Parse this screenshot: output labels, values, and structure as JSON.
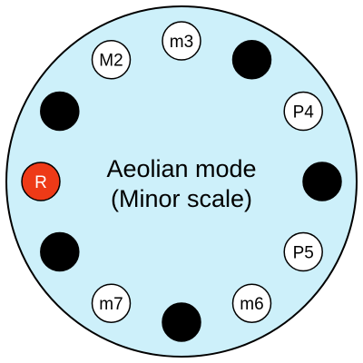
{
  "title": {
    "line1": "Aeolian mode",
    "line2": "(Minor scale)"
  },
  "colors": {
    "background_disc": "#cdf0fa",
    "outline": "#000000",
    "root_fill": "#ee3a17",
    "root_text": "#ffffff",
    "scale_note_fill": "#ffffff",
    "scale_note_text": "#000000",
    "non_scale_fill": "#000000",
    "title_text": "#000000"
  },
  "notes": [
    {
      "semitone": 0,
      "label": "R",
      "kind": "root"
    },
    {
      "semitone": 1,
      "label": "",
      "kind": "off"
    },
    {
      "semitone": 2,
      "label": "M2",
      "kind": "on"
    },
    {
      "semitone": 3,
      "label": "m3",
      "kind": "on"
    },
    {
      "semitone": 4,
      "label": "",
      "kind": "off"
    },
    {
      "semitone": 5,
      "label": "P4",
      "kind": "on"
    },
    {
      "semitone": 6,
      "label": "",
      "kind": "off"
    },
    {
      "semitone": 7,
      "label": "P5",
      "kind": "on"
    },
    {
      "semitone": 8,
      "label": "m6",
      "kind": "on"
    },
    {
      "semitone": 9,
      "label": "",
      "kind": "off"
    },
    {
      "semitone": 10,
      "label": "m7",
      "kind": "on"
    },
    {
      "semitone": 11,
      "label": "",
      "kind": "off"
    }
  ]
}
